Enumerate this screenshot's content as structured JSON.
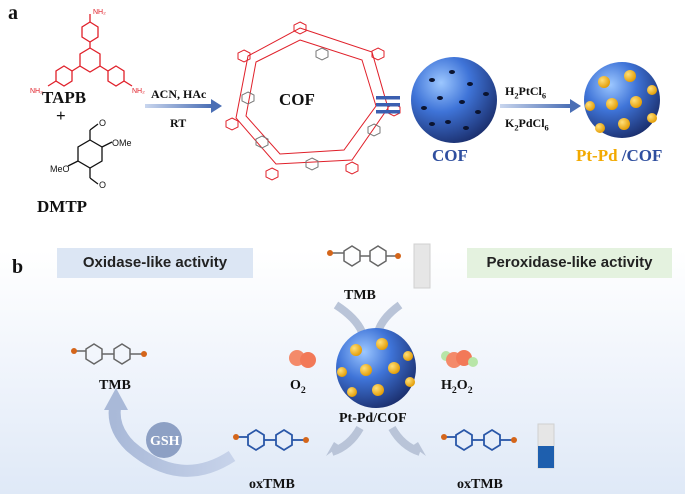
{
  "panel_a": {
    "label": "a",
    "monomer1": "TAPB",
    "plus": "+",
    "monomer2": "DMTP",
    "condition_line1": "ACN, HAc",
    "condition_line2": "RT",
    "product": "COF",
    "sphere_label": "COF",
    "reagent1_main": "H",
    "reagent1_sub1": "2",
    "reagent1_mid": "PtCl",
    "reagent1_sub2": "6",
    "reagent2_main": "K",
    "reagent2_sub1": "2",
    "reagent2_mid": "PdCl",
    "reagent2_sub2": "6",
    "final_label_metal": "Pt-Pd",
    "final_label_cof": " /COF",
    "ome_top": "OMe",
    "meo_left": "MeO",
    "o_top": "O",
    "o_bottom": "O",
    "nh2": "NH₂"
  },
  "panel_b": {
    "label": "b",
    "oxidase": "Oxidase-like activity",
    "peroxidase": "Peroxidase-like activity",
    "tmb_top": "TMB",
    "tmb_left": "TMB",
    "o2_main": "O",
    "o2_sub": "2",
    "h2o2_h": "H",
    "h2o2_sub1": "2",
    "h2o2_o": "O",
    "h2o2_sub2": "2",
    "center": "Pt-Pd/COF",
    "oxtmb_left": "oxTMB",
    "oxtmb_right": "oxTMB",
    "gsh": "GSH"
  },
  "colors": {
    "tapb_red": "#e0202a",
    "cof_blue": "#2f4f9f",
    "gold": "#f2a900",
    "oxtmb_blue": "#2a57a8",
    "oxidase_bg": "#dce6f4",
    "peroxidase_bg": "#e4f2df"
  }
}
